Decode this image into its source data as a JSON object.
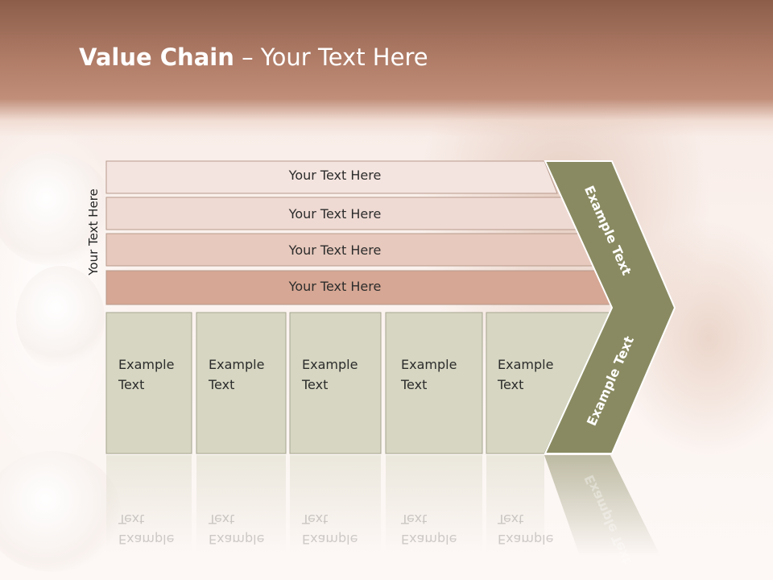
{
  "slide": {
    "title_bold": "Value Chain",
    "title_rest": " – Your Text Here",
    "side_label": "Your Text Here",
    "rows": [
      "Your Text Here",
      "Your Text Here",
      "Your Text Here",
      "Your Text Here"
    ],
    "boxes": [
      "Example\nText",
      "Example\nText",
      "Example\nText",
      "Example\nText",
      "Example\nText"
    ],
    "chevron_upper": "Example Text",
    "chevron_lower": "Example Text"
  },
  "colors": {
    "header_band": "#b17d68",
    "row_fills": [
      "#f4e4df",
      "#efdad3",
      "#e7c9bd",
      "#d6a794"
    ],
    "box_fill": "#d6d6c2",
    "chevron_fill": "#8a8a62"
  }
}
